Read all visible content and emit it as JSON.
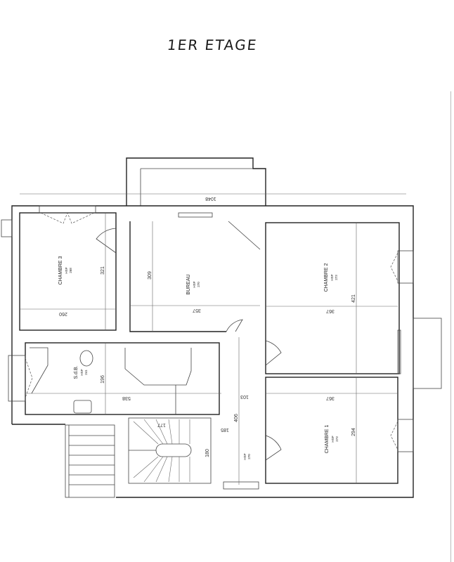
{
  "title": "1ER ETAGE",
  "rooms": {
    "chambre3": {
      "name": "CHAMBRE 3",
      "hsp_label": "HSP",
      "hsp": "268"
    },
    "bureau": {
      "name": "BUREAU",
      "hsp_label": "HSP",
      "hsp": "270"
    },
    "chambre2": {
      "name": "CHAMBRE 2",
      "hsp_label": "HSP",
      "hsp": "273"
    },
    "chambre1": {
      "name": "CHAMBRE 1",
      "hsp_label": "HSP",
      "hsp": "273"
    },
    "sdb": {
      "name": "S.d.B.",
      "hsp_label": "HSP",
      "hsp": "241"
    },
    "palier": {
      "hsp_label": "HSP",
      "hsp": "270"
    }
  },
  "dimensions": {
    "overall": "1048",
    "ch3_depth": "321",
    "ch3_width": "260",
    "bureau_depth": "309",
    "bureau_width": "357",
    "ch2_width": "367",
    "ch2_depth": "421",
    "sdb_depth": "196",
    "sdb_width": "538",
    "hall_103": "103",
    "hall_406": "406",
    "ch1_width": "367",
    "ch1_depth": "294",
    "stair_177": "177",
    "stair_185": "185",
    "stair_180": "180"
  }
}
